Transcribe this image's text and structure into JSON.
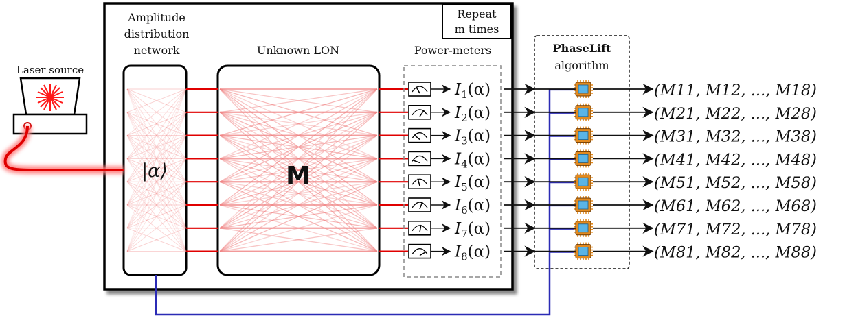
{
  "labels": {
    "laser": "Laser source",
    "amp_line1": "Amplitude",
    "amp_line2": "distribution",
    "amp_line3": "network",
    "unknown_lon": "Unknown LON",
    "repeat_line1": "Repeat",
    "repeat_line2": "m times",
    "power_meters": "Power-meters",
    "phaselift_bold": "PhaseLift",
    "phaselift_sub": "algorithm",
    "state": "|α⟩",
    "matrix": "M"
  },
  "channels": [
    {
      "intensity": "I",
      "sub": "1",
      "arg": "(α)",
      "output": "(M11, M12, ..., M18)",
      "needle_deg": -30
    },
    {
      "intensity": "I",
      "sub": "2",
      "arg": "(α)",
      "output": "(M21, M22, ..., M28)",
      "needle_deg": 35
    },
    {
      "intensity": "I",
      "sub": "3",
      "arg": "(α)",
      "output": "(M31, M32, ..., M38)",
      "needle_deg": -50
    },
    {
      "intensity": "I",
      "sub": "4",
      "arg": "(α)",
      "output": "(M41, M42, ..., M48)",
      "needle_deg": -70
    },
    {
      "intensity": "I",
      "sub": "5",
      "arg": "(α)",
      "output": "(M51, M52, ..., M58)",
      "needle_deg": -15
    },
    {
      "intensity": "I",
      "sub": "6",
      "arg": "(α)",
      "output": "(M61, M62, ..., M68)",
      "needle_deg": 20
    },
    {
      "intensity": "I",
      "sub": "7",
      "arg": "(α)",
      "output": "(M71, M72, ..., M78)",
      "needle_deg": 10
    },
    {
      "intensity": "I",
      "sub": "8",
      "arg": "(α)",
      "output": "(M81, M82, ..., M88)",
      "needle_deg": 60
    }
  ],
  "colors": {
    "laser_red": "#ff1a1a",
    "fiber_red": "#e00000",
    "mesh_red": "#f08080",
    "feedback_blue": "#2b2bb5",
    "chip_blue": "#5ab4e6",
    "chip_orange": "#e38a1e"
  }
}
